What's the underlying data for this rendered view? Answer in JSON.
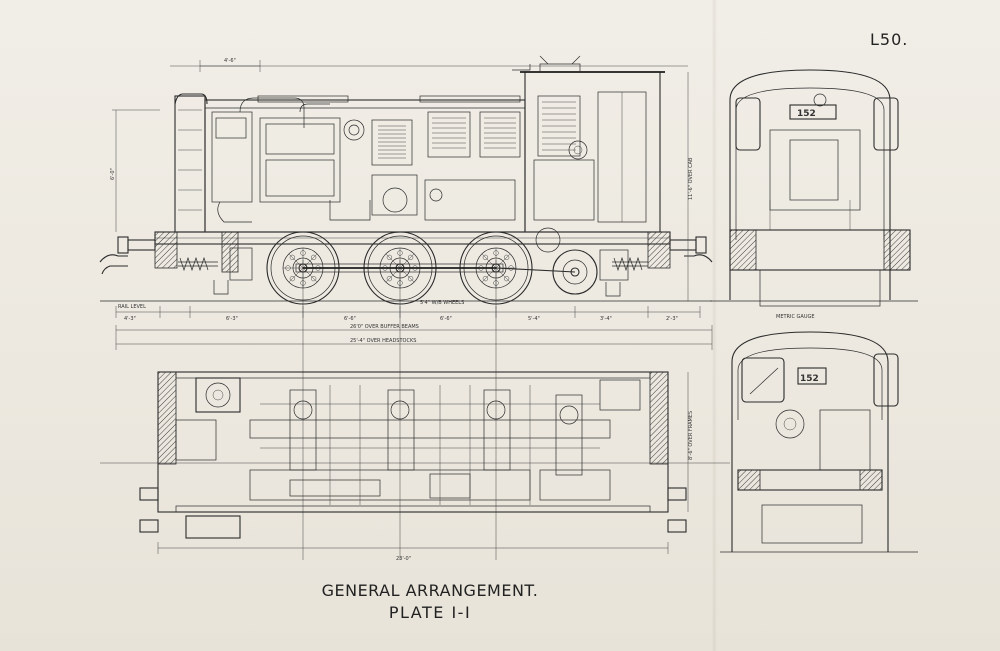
{
  "sheet": {
    "plate_id": "L50.",
    "title_line_1": "GENERAL ARRANGEMENT.",
    "title_line_2": "PLATE  I-I"
  },
  "dimensions": {
    "overall_buffers": "26'0\" OVER BUFFER BEAMS",
    "overall_headstocks": "25'-4\" OVER HEADSTOCKS",
    "wheelbase": "5'4\" W/B WHEELS",
    "rail_level": "RAIL LEVEL",
    "metric_gauge": "METRIC GAUGE",
    "height_over_cab": "11'-6\" OVER CAB",
    "width_over_frames": "8'-6\" OVER FRAMES",
    "segments": [
      "4'-3\"",
      "6'-3\"",
      "6'-6\"",
      "6'-6\"",
      "5'-4\"",
      "3'-4\"",
      "2'-3\""
    ],
    "top_dim": "4'-6\"",
    "left_height": "6'-0\"",
    "plan_length": "23'-0\""
  },
  "labels": {
    "engine_number": "152"
  }
}
